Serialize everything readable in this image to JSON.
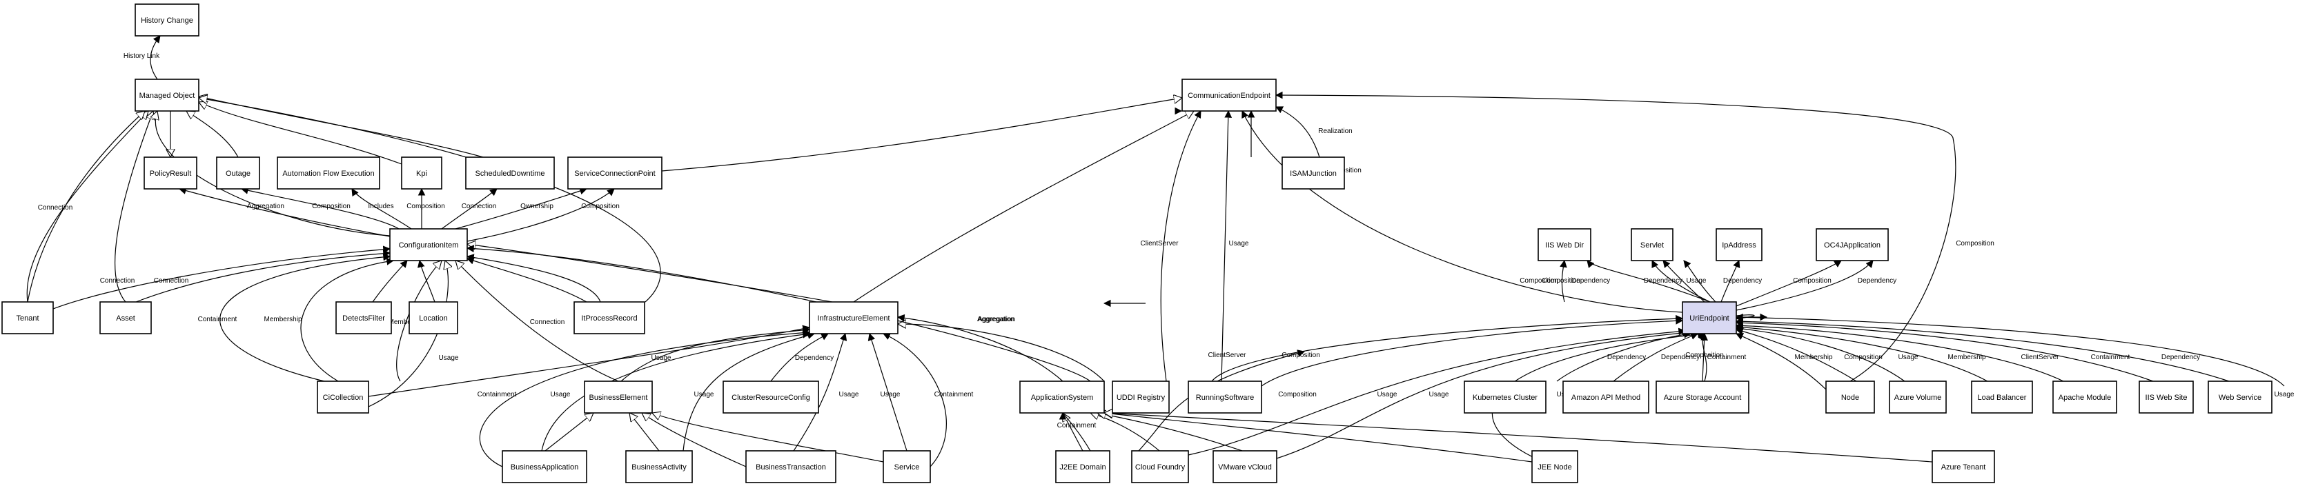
{
  "colors": {
    "background": "#ffffff",
    "node_fill": "#ffffff",
    "highlight_fill": "#d9d9f3",
    "stroke": "#000000"
  },
  "nodes": [
    {
      "id": "history_change",
      "label": "History Change"
    },
    {
      "id": "managed_object",
      "label": "Managed Object"
    },
    {
      "id": "policy_result",
      "label": "PolicyResult"
    },
    {
      "id": "outage",
      "label": "Outage"
    },
    {
      "id": "automation_flow",
      "label": "Automation Flow Execution"
    },
    {
      "id": "kpi",
      "label": "Kpi"
    },
    {
      "id": "scheduled_downtime",
      "label": "ScheduledDowntime"
    },
    {
      "id": "service_connection_point",
      "label": "ServiceConnectionPoint"
    },
    {
      "id": "communication_endpoint",
      "label": "CommunicationEndpoint"
    },
    {
      "id": "isam_junction",
      "label": "ISAMJunction"
    },
    {
      "id": "configuration_item",
      "label": "ConfigurationItem"
    },
    {
      "id": "tenant",
      "label": "Tenant"
    },
    {
      "id": "asset",
      "label": "Asset"
    },
    {
      "id": "detects_filter",
      "label": "DetectsFilter"
    },
    {
      "id": "location",
      "label": "Location"
    },
    {
      "id": "it_process_record",
      "label": "ItProcessRecord"
    },
    {
      "id": "infrastructure_element",
      "label": "InfrastructureElement"
    },
    {
      "id": "ci_collection",
      "label": "CiCollection"
    },
    {
      "id": "business_element",
      "label": "BusinessElement"
    },
    {
      "id": "cluster_resource_config",
      "label": "ClusterResourceConfig"
    },
    {
      "id": "business_application",
      "label": "BusinessApplication"
    },
    {
      "id": "business_activity",
      "label": "BusinessActivity"
    },
    {
      "id": "business_transaction",
      "label": "BusinessTransaction"
    },
    {
      "id": "service",
      "label": "Service"
    },
    {
      "id": "application_system",
      "label": "ApplicationSystem"
    },
    {
      "id": "uddi_registry",
      "label": "UDDI Registry"
    },
    {
      "id": "running_software",
      "label": "RunningSoftware"
    },
    {
      "id": "j2ee_domain",
      "label": "J2EE Domain"
    },
    {
      "id": "cloud_foundry",
      "label": "Cloud Foundry"
    },
    {
      "id": "vmware_vcloud",
      "label": "VMware vCloud"
    },
    {
      "id": "jee_node",
      "label": "JEE Node"
    },
    {
      "id": "azure_tenant",
      "label": "Azure Tenant"
    },
    {
      "id": "iis_web_dir",
      "label": "IIS Web Dir"
    },
    {
      "id": "servlet",
      "label": "Servlet"
    },
    {
      "id": "ip_address",
      "label": "IpAddress"
    },
    {
      "id": "oc4j_application",
      "label": "OC4JApplication"
    },
    {
      "id": "uri_endpoint",
      "label": "UriEndpoint"
    },
    {
      "id": "kubernetes_cluster",
      "label": "Kubernetes Cluster"
    },
    {
      "id": "amazon_api_method",
      "label": "Amazon API Method"
    },
    {
      "id": "azure_storage_account",
      "label": "Azure Storage Account"
    },
    {
      "id": "node",
      "label": "Node"
    },
    {
      "id": "azure_volume",
      "label": "Azure Volume"
    },
    {
      "id": "load_balancer",
      "label": "Load Balancer"
    },
    {
      "id": "apache_module",
      "label": "Apache Module"
    },
    {
      "id": "iis_web_site",
      "label": "IIS Web Site"
    },
    {
      "id": "web_service",
      "label": "Web Service"
    }
  ],
  "edges": [
    {
      "id": "e1",
      "label": "History Link"
    },
    {
      "id": "e2",
      "label": "Connection"
    },
    {
      "id": "e3",
      "label": "Aggregation"
    },
    {
      "id": "e4",
      "label": "Composition"
    },
    {
      "id": "e5",
      "label": "Includes"
    },
    {
      "id": "e6",
      "label": "Composition"
    },
    {
      "id": "e7",
      "label": "Connection"
    },
    {
      "id": "e8",
      "label": "Ownership"
    },
    {
      "id": "e9",
      "label": "Composition"
    },
    {
      "id": "e10",
      "label": "Connection"
    },
    {
      "id": "e11",
      "label": "Connection"
    },
    {
      "id": "e12",
      "label": "Containment"
    },
    {
      "id": "e13",
      "label": "Membership"
    },
    {
      "id": "e14",
      "label": "Containment"
    },
    {
      "id": "e15",
      "label": "Membership"
    },
    {
      "id": "e16",
      "label": "Connection"
    },
    {
      "id": "e17",
      "label": "Membership"
    },
    {
      "id": "e18",
      "label": "Usage"
    },
    {
      "id": "e19",
      "label": "Usage"
    },
    {
      "id": "e20",
      "label": "Dependency"
    },
    {
      "id": "e21",
      "label": "Containment"
    },
    {
      "id": "e22",
      "label": "Usage"
    },
    {
      "id": "e23",
      "label": "Usage"
    },
    {
      "id": "e24",
      "label": "Usage"
    },
    {
      "id": "e25",
      "label": "Containment"
    },
    {
      "id": "e26",
      "label": "Aggregation"
    },
    {
      "id": "e27",
      "label": "Usage"
    },
    {
      "id": "e28",
      "label": "Realization"
    },
    {
      "id": "e29",
      "label": "ClientServer"
    },
    {
      "id": "e30",
      "label": "Usage"
    },
    {
      "id": "e31",
      "label": "Composition"
    },
    {
      "id": "e32",
      "label": "Composition"
    },
    {
      "id": "e33",
      "label": "Dependency"
    },
    {
      "id": "e34",
      "label": "Dependency"
    },
    {
      "id": "e35",
      "label": "Usage"
    },
    {
      "id": "e36",
      "label": "Dependency"
    },
    {
      "id": "e37",
      "label": "Composition"
    },
    {
      "id": "e38",
      "label": "Dependency"
    },
    {
      "id": "e39",
      "label": "Composition"
    },
    {
      "id": "e40",
      "label": "ClientServer"
    },
    {
      "id": "e41",
      "label": "Composition"
    },
    {
      "id": "e42",
      "label": "Dependency"
    },
    {
      "id": "e43",
      "label": "Dependency"
    },
    {
      "id": "e44",
      "label": "Containment"
    },
    {
      "id": "e45",
      "label": "Membership"
    },
    {
      "id": "e46",
      "label": "Composition"
    },
    {
      "id": "e47",
      "label": "Usage"
    },
    {
      "id": "e48",
      "label": "Membership"
    },
    {
      "id": "e49",
      "label": "ClientServer"
    },
    {
      "id": "e50",
      "label": "Containment"
    },
    {
      "id": "e51",
      "label": "Dependency"
    },
    {
      "id": "e52",
      "label": "Usage"
    },
    {
      "id": "e53",
      "label": "Composition"
    },
    {
      "id": "e54",
      "label": "Usage"
    },
    {
      "id": "e55",
      "label": "Usage"
    },
    {
      "id": "e56",
      "label": "Usage"
    },
    {
      "id": "e57",
      "label": "Composition"
    },
    {
      "id": "e58",
      "label": "Aggregation"
    },
    {
      "id": "e59",
      "label": "Composition"
    },
    {
      "id": "e60",
      "label": "Containment"
    }
  ]
}
